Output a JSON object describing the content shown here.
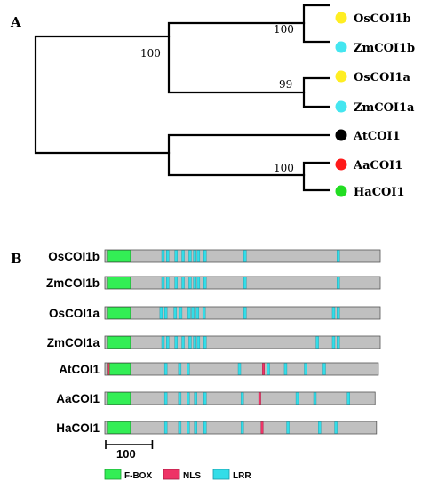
{
  "panel_a": {
    "letter": "A",
    "taxa": [
      {
        "name": "OsCOI1b",
        "color": "#ffee22"
      },
      {
        "name": "ZmCOI1b",
        "color": "#44e6f0"
      },
      {
        "name": "OsCOI1a",
        "color": "#ffee22"
      },
      {
        "name": "ZmCOI1a",
        "color": "#44e6f0"
      },
      {
        "name": "AtCOI1",
        "color": "#000000"
      },
      {
        "name": "AaCOI1",
        "color": "#ff1a1a"
      },
      {
        "name": "HaCOI1",
        "color": "#22dd22"
      }
    ],
    "bootstraps": [
      "100",
      "100",
      "99",
      "100"
    ]
  },
  "panel_b": {
    "letter": "B",
    "colors": {
      "bar": "#c0c0c0",
      "fbox": "#33ee55",
      "nls": "#ee3366",
      "lrr": "#33dde8"
    },
    "proteins": [
      {
        "name": "OsCOI1b",
        "length": 591,
        "fbox": [
          5,
          55
        ],
        "nls": [],
        "lrr": [
          122,
          132,
          150,
          165,
          180,
          190,
          198,
          212,
          298,
          498
        ]
      },
      {
        "name": "ZmCOI1b",
        "length": 591,
        "fbox": [
          5,
          55
        ],
        "nls": [],
        "lrr": [
          122,
          132,
          150,
          165,
          180,
          190,
          198,
          212,
          298,
          498
        ]
      },
      {
        "name": "OsCOI1a",
        "length": 591,
        "fbox": [
          5,
          55
        ],
        "nls": [],
        "lrr": [
          118,
          128,
          148,
          160,
          178,
          186,
          196,
          210,
          298,
          488,
          498
        ]
      },
      {
        "name": "ZmCOI1a",
        "length": 591,
        "fbox": [
          5,
          55
        ],
        "nls": [],
        "lrr": [
          122,
          132,
          150,
          165,
          180,
          190,
          198,
          212,
          453,
          488,
          498
        ]
      },
      {
        "name": "AtCOI1",
        "length": 587,
        "fbox": [
          5,
          55
        ],
        "nls": [
          5,
          338
        ],
        "lrr": [
          128,
          158,
          176,
          286,
          348,
          385,
          428,
          468
        ]
      },
      {
        "name": "AaCOI1",
        "length": 580,
        "fbox": [
          5,
          55
        ],
        "nls": [
          330
        ],
        "lrr": [
          128,
          158,
          176,
          192,
          212,
          292,
          410,
          448,
          520
        ]
      },
      {
        "name": "HaCOI1",
        "length": 583,
        "fbox": [
          5,
          55
        ],
        "nls": [
          335
        ],
        "lrr": [
          128,
          158,
          176,
          192,
          212,
          292,
          390,
          458,
          493
        ]
      }
    ],
    "scale_bar": {
      "value": 100,
      "label": "100"
    },
    "legend": [
      {
        "key": "fbox",
        "label": "F-BOX"
      },
      {
        "key": "nls",
        "label": "NLS"
      },
      {
        "key": "lrr",
        "label": "LRR"
      }
    ]
  }
}
